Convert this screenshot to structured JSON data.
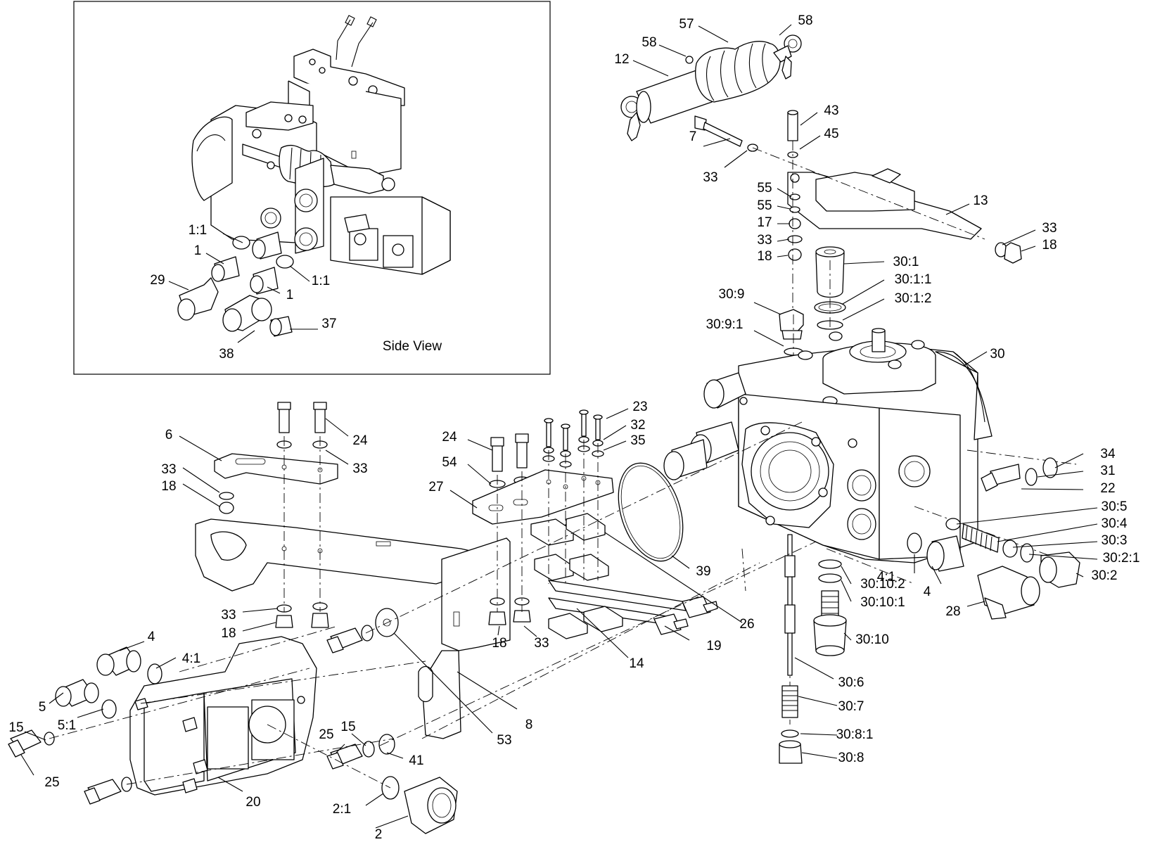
{
  "side_view_caption": "Side View",
  "labels": {
    "l57": "57",
    "l58a": "58",
    "l58b": "58",
    "l12": "12",
    "l43": "43",
    "l45": "45",
    "l7": "7",
    "l33a": "33",
    "l13": "13",
    "l55a": "55",
    "l55b": "55",
    "l17": "17",
    "l33b": "33",
    "l18a": "18",
    "l33c": "33",
    "l18b": "18",
    "l30_1": "30:1",
    "l30_1_1": "30:1:1",
    "l30_1_2": "30:1:2",
    "l30_9": "30:9",
    "l30_9_1": "30:9:1",
    "l30": "30",
    "l23": "23",
    "l32": "32",
    "l35": "35",
    "l24a": "24",
    "l54": "54",
    "l27": "27",
    "l6": "6",
    "l24b": "24",
    "l33d": "33",
    "l33e": "33",
    "l18c": "18",
    "l34": "34",
    "l31": "31",
    "l22": "22",
    "l30_5": "30:5",
    "l30_4": "30:4",
    "l30_3": "30:3",
    "l30_2_1": "30:2:1",
    "l30_2": "30:2",
    "l39": "39",
    "l26": "26",
    "l4_1a": "4:1",
    "l4a": "4",
    "l30_10_2": "30:10:2",
    "l30_10_1": "30:10:1",
    "l28": "28",
    "l30_10": "30:10",
    "l33f": "33",
    "l18d": "18",
    "l18e": "18",
    "l33g": "33",
    "l19": "19",
    "l14": "14",
    "l4b": "4",
    "l4_1b": "4:1",
    "l5": "5",
    "l5_1": "5:1",
    "l30_6": "30:6",
    "l30_7": "30:7",
    "l30_8_1": "30:8:1",
    "l30_8": "30:8",
    "l8": "8",
    "l53": "53",
    "l15a": "15",
    "l25a": "25",
    "l15b": "15",
    "l25b": "25",
    "l41": "41",
    "l20": "20",
    "l2_1": "2:1",
    "l2": "2",
    "l1_1a": "1:1",
    "l1a": "1",
    "l29": "29",
    "l1b": "1",
    "l1_1b": "1:1",
    "l37": "37",
    "l38": "38"
  }
}
